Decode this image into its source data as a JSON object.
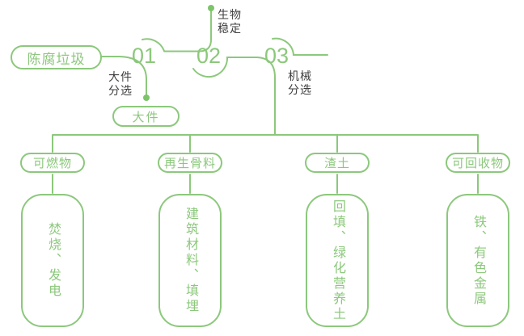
{
  "palette": {
    "green": "#8CC87C",
    "dot_green": "#7CC469",
    "label_dark": "#3E3E3E",
    "background": "#FFFFFF"
  },
  "flow": {
    "source_label": "陈腐垃圾",
    "steps": [
      {
        "number": "01",
        "process_label": "大件\n分选",
        "output_label": "大件"
      },
      {
        "number": "02",
        "process_label": "生物\n稳定"
      },
      {
        "number": "03",
        "process_label": "机械\n分选"
      }
    ]
  },
  "branches": [
    {
      "category": "可燃物",
      "disposal": "焚烧、发电"
    },
    {
      "category": "再生骨料",
      "disposal": "建筑材料、填埋"
    },
    {
      "category": "渣土",
      "disposal": "回填、绿化营养土"
    },
    {
      "category": "可回收物",
      "disposal": "铁、有色金属"
    }
  ]
}
